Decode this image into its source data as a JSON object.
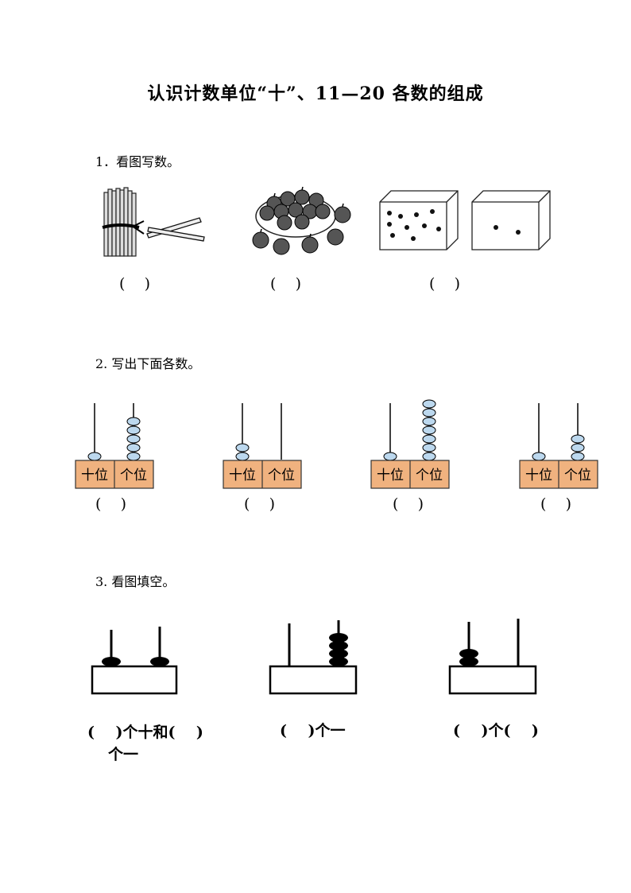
{
  "title": "认识计数单位“十”、11—20 各数的组成",
  "q1": {
    "label": "1．看图写数。",
    "blanks": [
      "(    )",
      "(    )",
      "(    )"
    ]
  },
  "q2": {
    "label": "2. 写出下面各数。",
    "abacus_labels": [
      "十位",
      "个位"
    ],
    "blanks": [
      "(    )",
      "(    )",
      "(    )",
      "(    )"
    ],
    "abaci": [
      {
        "tens": 1,
        "ones": 5
      },
      {
        "tens": 2,
        "ones": 0
      },
      {
        "tens": 1,
        "ones": 7
      },
      {
        "tens": 1,
        "ones": 3
      }
    ]
  },
  "q3": {
    "label": "3. 看图填空。",
    "abaci": [
      {
        "tens": 1,
        "ones": 1
      },
      {
        "tens": 0,
        "ones": 4
      },
      {
        "tens": 2,
        "ones": 0
      }
    ],
    "fill1_line1": "(    )个十和(    )",
    "fill1_line2": "个一",
    "fill2": "(    )个一",
    "fill3": "(    )个(    )"
  }
}
